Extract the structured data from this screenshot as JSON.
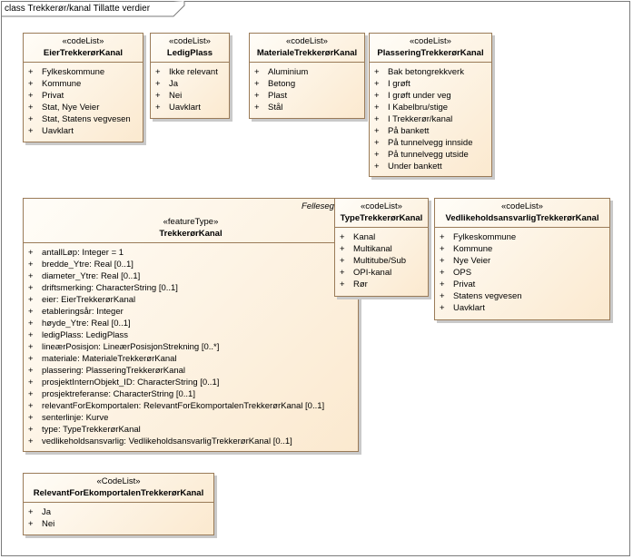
{
  "diagram_title": "class Trekkerør/kanal Tillatte verdier",
  "classes": [
    {
      "stereotype": "«codeList»",
      "name": "EierTrekkerørKanal",
      "items": [
        "Fylkeskommune",
        "Kommune",
        "Privat",
        "Stat, Nye Veier",
        "Stat, Statens vegvesen",
        "Uavklart"
      ]
    },
    {
      "stereotype": "«codeList»",
      "name": "LedigPlass",
      "items": [
        "Ikke relevant",
        "Ja",
        "Nei",
        "Uavklart"
      ]
    },
    {
      "stereotype": "«codeList»",
      "name": "MaterialeTrekkerørKanal",
      "items": [
        "Aluminium",
        "Betong",
        "Plast",
        "Stål"
      ]
    },
    {
      "stereotype": "«codeList»",
      "name": "PlasseringTrekkerørKanal",
      "items": [
        "Bak betongrekkverk",
        "I grøft",
        "I grøft under veg",
        "I Kabelbru/stige",
        "I Trekkerør/kanal",
        "På bankett",
        "På tunnelvegg innside",
        "På tunnelvegg utside",
        "Under bankett"
      ]
    },
    {
      "stereotype": "«featureType»",
      "name": "TrekkerørKanal",
      "package": "Fellesegensk",
      "items": [
        "antallLøp: Integer = 1",
        "bredde_Ytre: Real [0..1]",
        "diameter_Ytre: Real [0..1]",
        "driftsmerking: CharacterString [0..1]",
        "eier: EierTrekkerørKanal",
        "etableringsår: Integer",
        "høyde_Ytre: Real [0..1]",
        "ledigPlass: LedigPlass",
        "lineærPosisjon: LineærPosisjonStrekning [0..*]",
        "materiale: MaterialeTrekkerørKanal",
        "plassering: PlasseringTrekkerørKanal",
        "prosjektInternObjekt_ID: CharacterString [0..1]",
        "prosjektreferanse: CharacterString [0..1]",
        "relevantForEkomportalen: RelevantForEkomportalenTrekkerørKanal [0..1]",
        "senterlinje: Kurve",
        "type: TypeTrekkerørKanal",
        "vedlikeholdsansvarlig: VedlikeholdsansvarligTrekkerørKanal [0..1]"
      ]
    },
    {
      "stereotype": "«codeList»",
      "name": "TypeTrekkerørKanal",
      "items": [
        "Kanal",
        "Multikanal",
        "Multitube/Sub",
        "OPI-kanal",
        "Rør"
      ]
    },
    {
      "stereotype": "«codeList»",
      "name": "VedlikeholdsansvarligTrekkerørKanal",
      "items": [
        "Fylkeskommune",
        "Kommune",
        "Nye Veier",
        "OPS",
        "Privat",
        "Statens vegvesen",
        "Uavklart"
      ]
    },
    {
      "stereotype": "«CodeList»",
      "name": "RelevantForEkomportalenTrekkerørKanal",
      "items": [
        "Ja",
        "Nei"
      ]
    }
  ]
}
